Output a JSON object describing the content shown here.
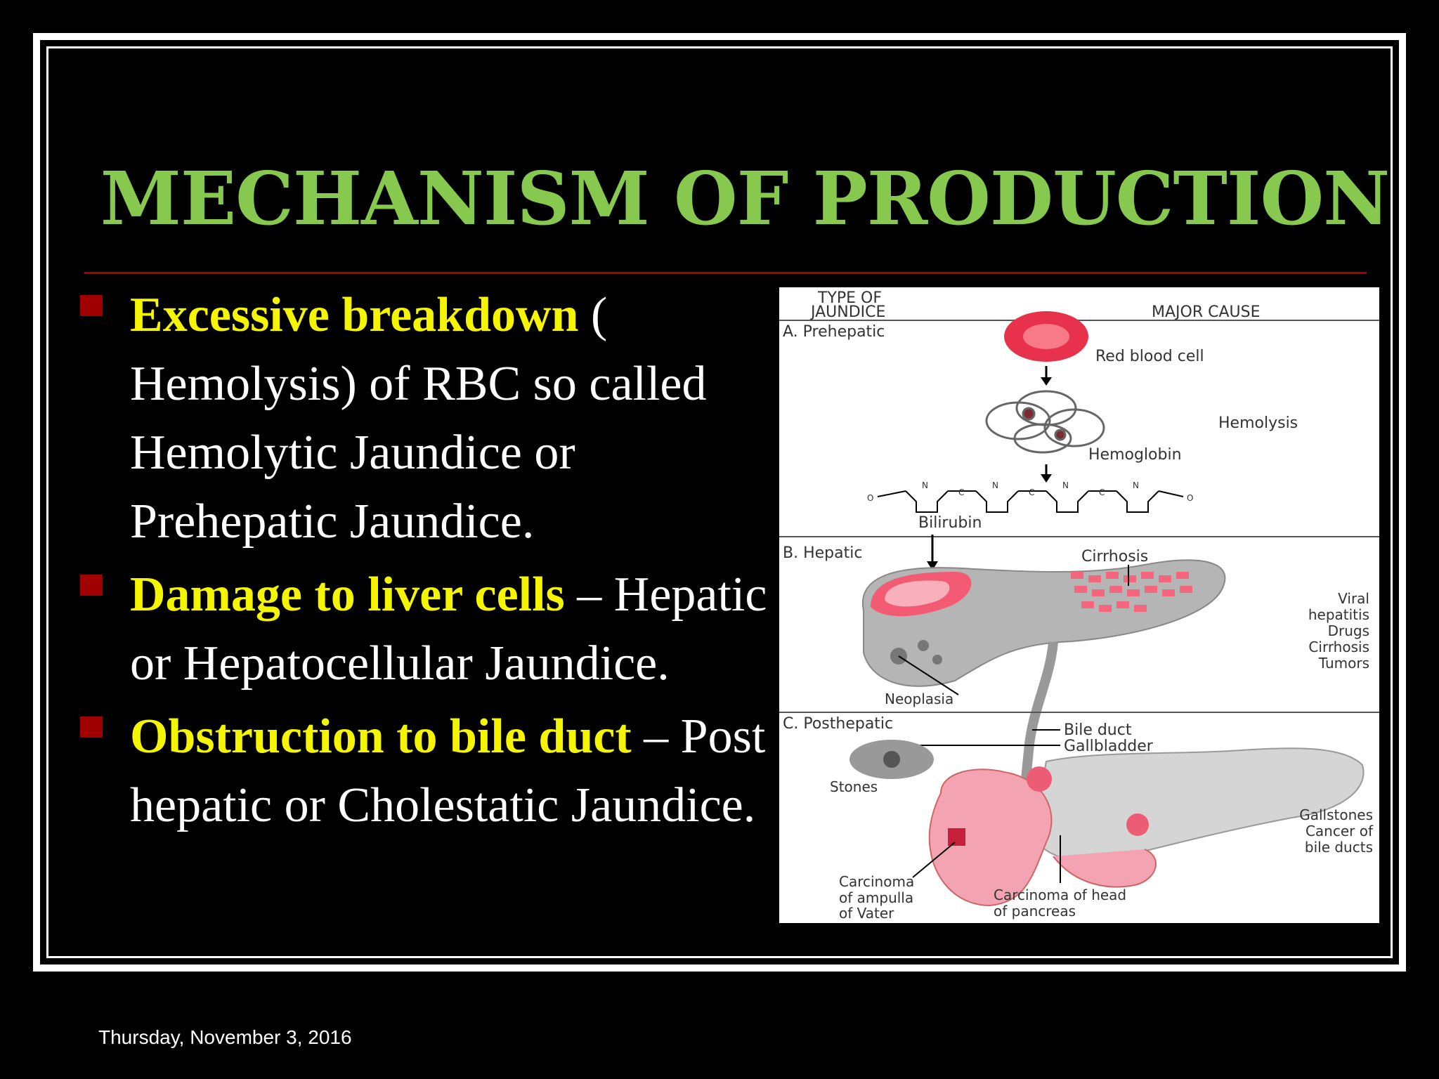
{
  "slide": {
    "title": "MECHANISM OF PRODUCTION",
    "date": "Thursday, November 3, 2016",
    "colors": {
      "title": "#86c94e",
      "highlight": "#f5f500",
      "bullet": "#a00000",
      "rule": "#a60000"
    }
  },
  "bullets": [
    {
      "highlight": "Excessive breakdown",
      "rest": " ( Hemolysis) of RBC so called Hemolytic Jaundice or Prehepatic Jaundice."
    },
    {
      "highlight": "Damage to liver cells",
      "rest": " – Hepatic or Hepatocellular Jaundice."
    },
    {
      "highlight": "Obstruction to bile duct",
      "rest": " – Post hepatic or Cholestatic Jaundice."
    }
  ],
  "diagram": {
    "header_type_line1": "TYPE OF",
    "header_type_line2": "JAUNDICE",
    "header_cause": "MAJOR CAUSE",
    "a": {
      "label": "A. Prehepatic",
      "rbc": "Red blood cell",
      "hemolysis": "Hemolysis",
      "hemoglobin": "Hemoglobin",
      "bilirubin": "Bilirubin",
      "o_left": "O",
      "o_right": "O",
      "n1": "N",
      "n2": "N",
      "n3": "N",
      "n4": "N",
      "c1": "C",
      "c2": "C",
      "c3": "C"
    },
    "b": {
      "label": "B. Hepatic",
      "cirrhosis": "Cirrhosis",
      "neoplasia": "Neoplasia",
      "viral": "Viral",
      "hepatitis": "hepatitis",
      "drugs": "Drugs",
      "cirrhosis2": "Cirrhosis",
      "tumors": "Tumors"
    },
    "c": {
      "label": "C. Posthepatic",
      "bile_duct": "Bile duct",
      "gallbladder": "Gallbladder",
      "stones": "Stones",
      "gallstones": "Gallstones",
      "cancer_of": "Cancer of",
      "bile_ducts": "bile ducts",
      "carc_amp1": "Carcinoma",
      "carc_amp2": "of ampulla",
      "carc_amp3": "of Vater",
      "carc_head1": "Carcinoma of head",
      "carc_head2": "of pancreas"
    }
  }
}
